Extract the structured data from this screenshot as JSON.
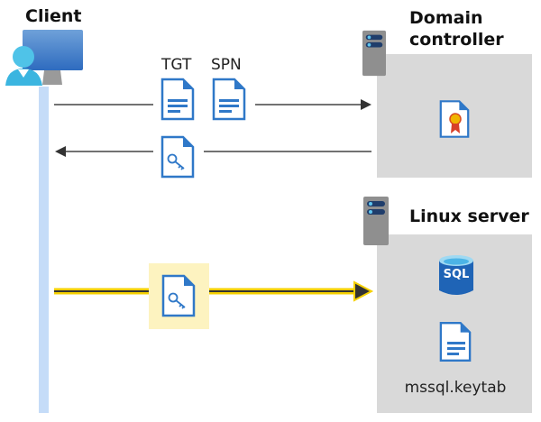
{
  "client": {
    "title": "Client"
  },
  "domain_controller": {
    "title_line1": "Domain",
    "title_line2": "controller"
  },
  "linux_server": {
    "title": "Linux server",
    "sql_label": "SQL",
    "keytab_label": "mssql.keytab"
  },
  "messages": {
    "tgt_label": "TGT",
    "spn_label": "SPN"
  },
  "colors": {
    "lifeline": "#c5dcf8",
    "box": "#d9d9d9",
    "highlight": "#fdf3c0",
    "arrow_yellow": "#f5d000",
    "doc_blue": "#2f78c8"
  }
}
